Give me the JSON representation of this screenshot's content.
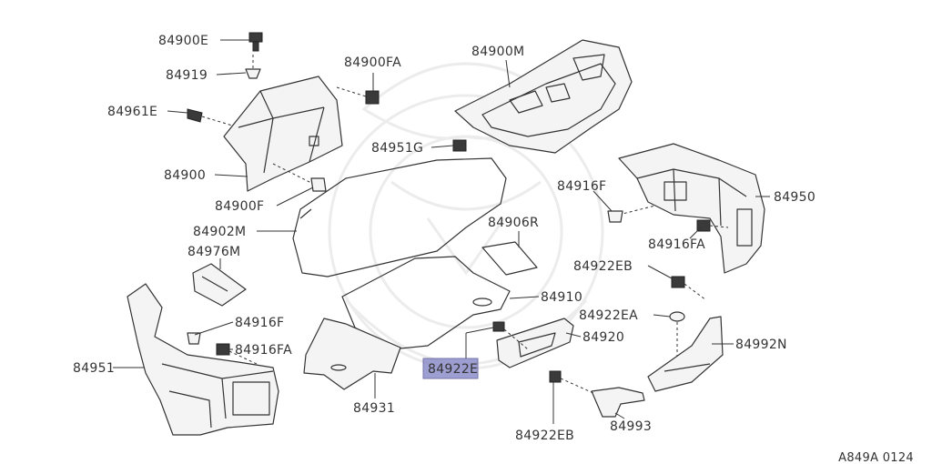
{
  "diagram_code": "A849A 0124",
  "highlight_color": "#8d8ec9",
  "parts": {
    "p84900E": "84900E",
    "p84919": "84919",
    "p84900FA": "84900FA",
    "p84961E": "84961E",
    "p84900M": "84900M",
    "p84951G": "84951G",
    "p84900": "84900",
    "p84900F": "84900F",
    "p84916F_right": "84916F",
    "p84950": "84950",
    "p84902M": "84902M",
    "p84906R": "84906R",
    "p84916FA_right": "84916FA",
    "p84976M": "84976M",
    "p84922EB_top": "84922EB",
    "p84910": "84910",
    "p84916F_left": "84916F",
    "p84922EA": "84922EA",
    "p84916FA_left": "84916FA",
    "p84920": "84920",
    "p84992N": "84992N",
    "p84951": "84951",
    "p84922E": "84922E",
    "p84931": "84931",
    "p84993": "84993",
    "p84922EB_bottom": "84922EB"
  }
}
